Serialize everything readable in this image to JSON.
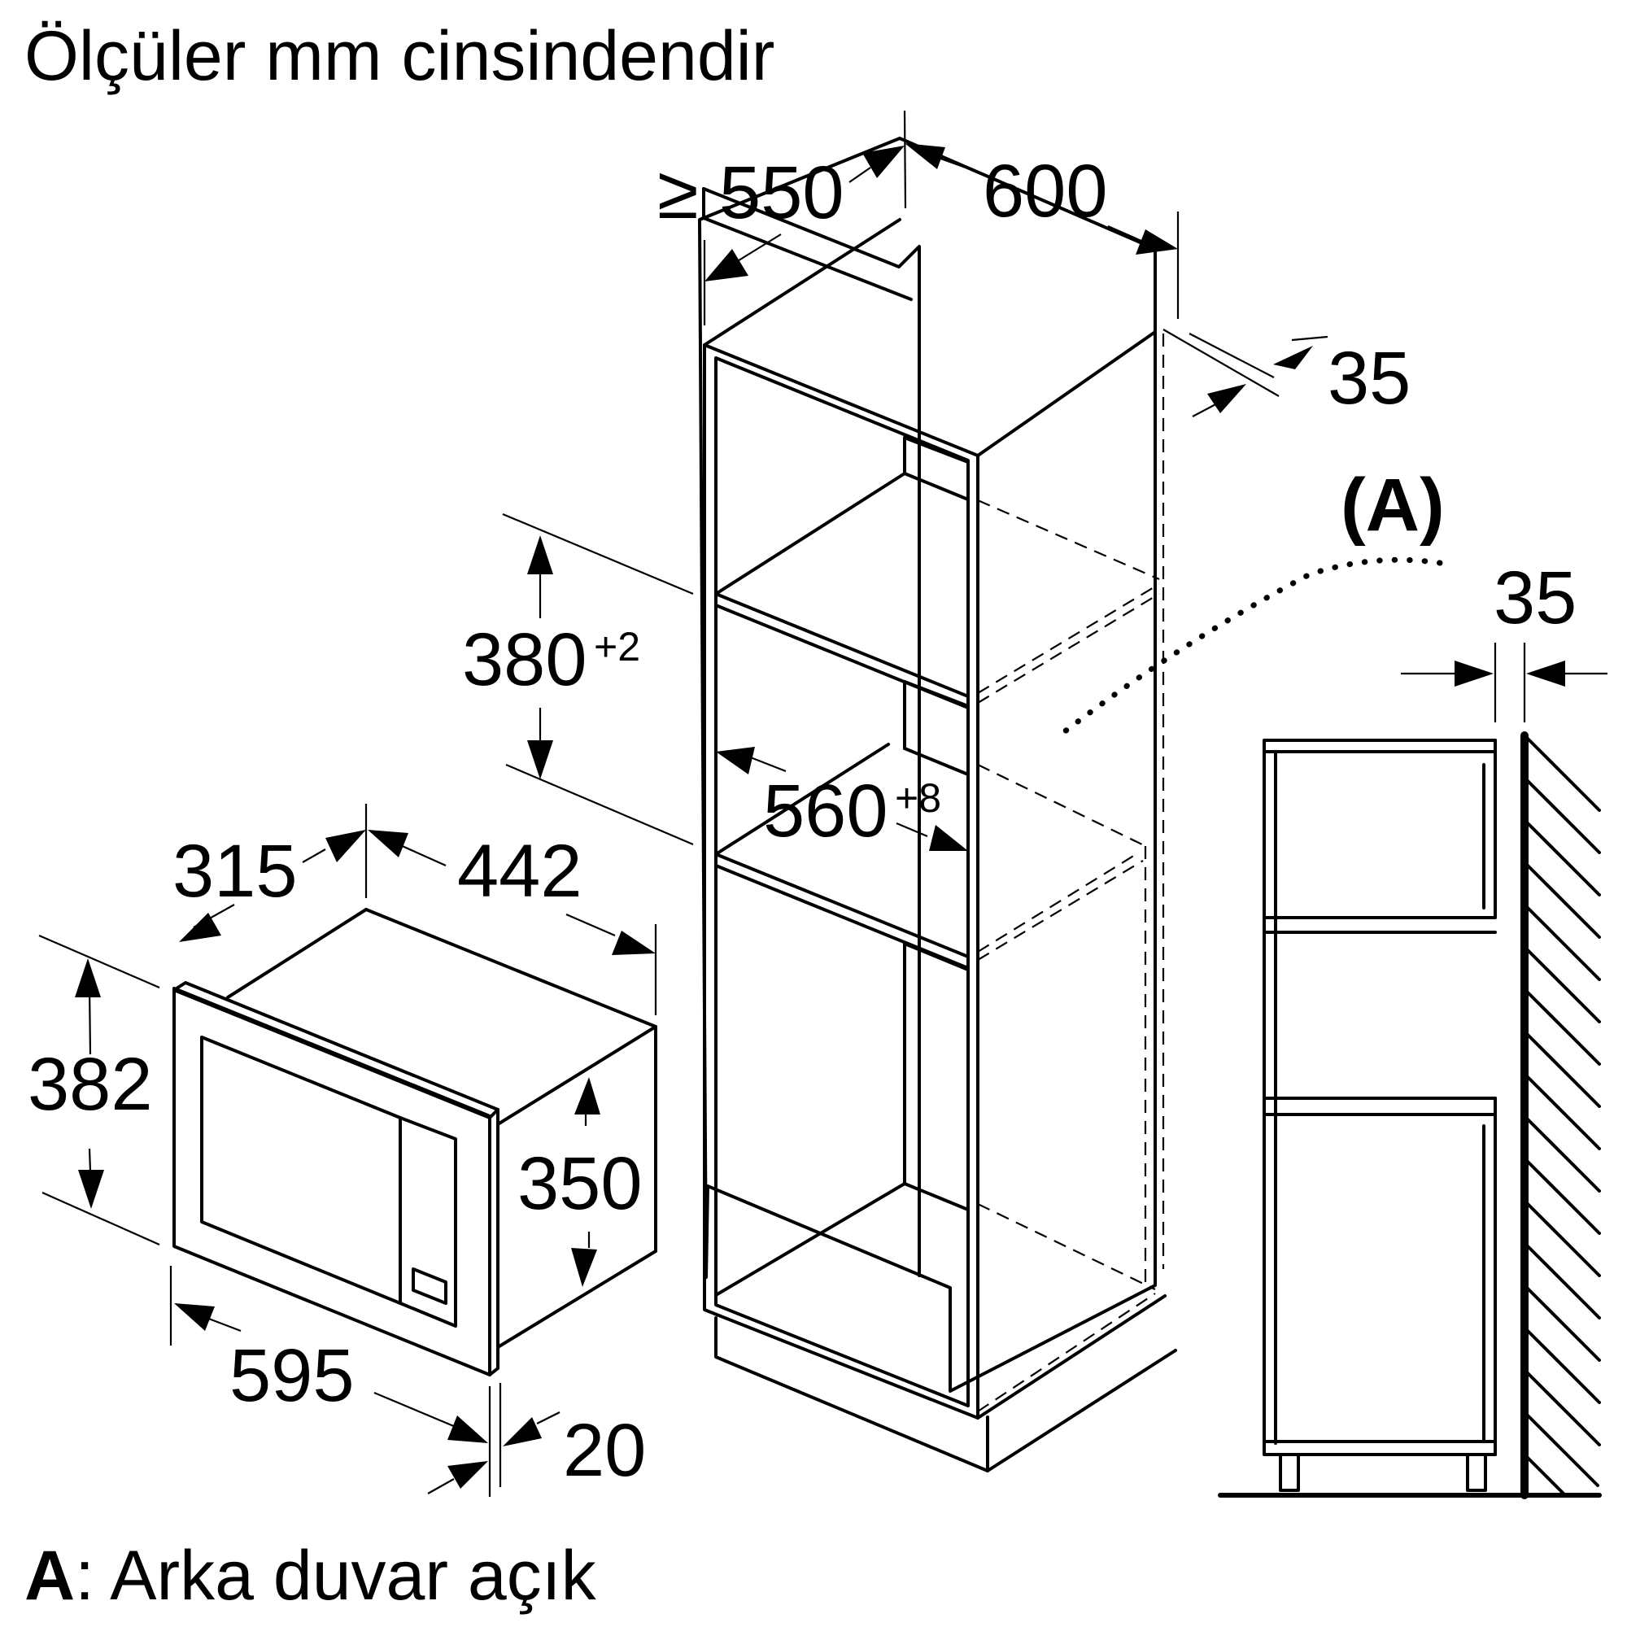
{
  "header": {
    "units_note": "Ölçüler mm cinsindendir"
  },
  "footer": {
    "key_letter": "A",
    "key_text": ": Arka duvar açık"
  },
  "cabinet": {
    "depth_min": "≥ 550",
    "width": "600",
    "rear_gap": "35",
    "niche_height": "380",
    "niche_height_tol": "+2",
    "niche_width": "560",
    "niche_width_tol": "+8"
  },
  "appliance": {
    "depth": "315",
    "body_depth": "442",
    "height": "382",
    "body_height": "350",
    "width": "595",
    "front_thickness": "20"
  },
  "side_view": {
    "callout": "(A)",
    "wall_gap": "35"
  }
}
